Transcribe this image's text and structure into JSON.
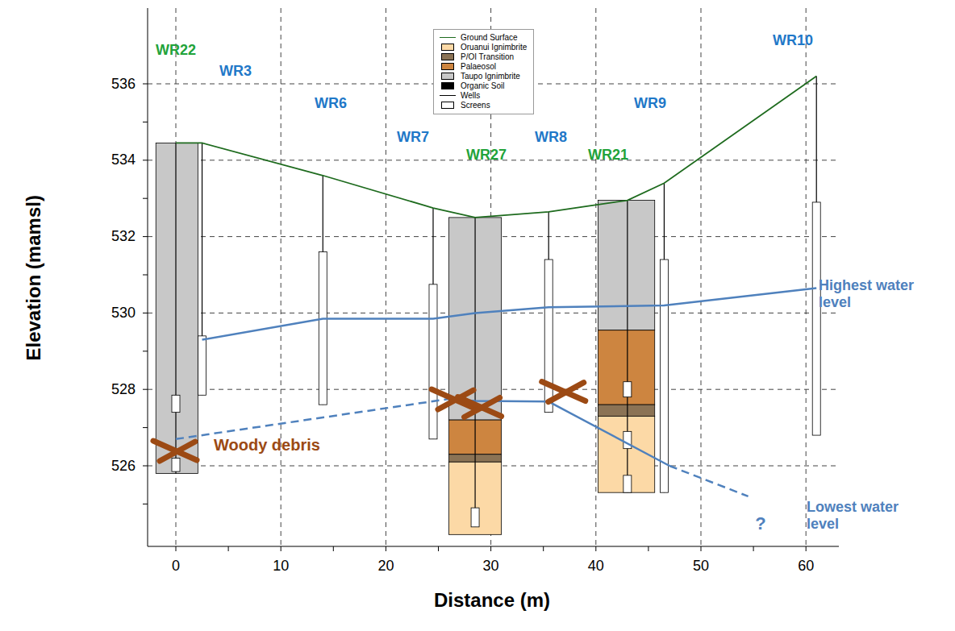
{
  "diagram": {
    "labels": [
      "WR22",
      "WR3",
      "WR6",
      "WR7",
      "WR27",
      "WR8",
      "WR21",
      "WR9",
      "WR10",
      "Woody debris",
      "Highest water level",
      "Lowest water level",
      "?",
      "Elevation (mamsl)",
      "Distance (m)",
      "526",
      "528",
      "530",
      "532",
      "534",
      "536",
      "0",
      "10",
      "20",
      "30",
      "40",
      "50",
      "60"
    ],
    "legend": [
      {
        "text": "Ground Surface"
      },
      {
        "text": "Oruanui Ignimbrite",
        "color": "#fcd9a6"
      },
      {
        "text": "P/OI Transition",
        "color": "#8b7355"
      },
      {
        "text": "Palaeosol",
        "color": "#cd8540"
      },
      {
        "text": "Taupo Ignimbrite",
        "color": "#c8c8c8"
      },
      {
        "text": "Organic Soil",
        "color": "#000000"
      },
      {
        "text": "Wells"
      },
      {
        "text": "Screens"
      }
    ]
  }
}
